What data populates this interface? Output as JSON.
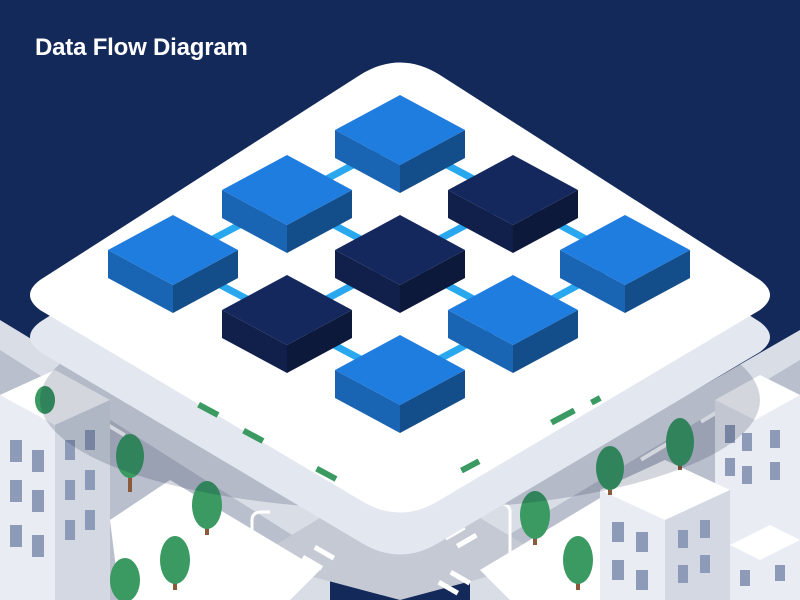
{
  "page": {
    "title": "Data Flow Diagram"
  },
  "colors": {
    "background": "#13295a",
    "platform": "#ffffff",
    "node_light": "#1f7de0",
    "node_dark": "#15285e",
    "connector": "#29a8f0",
    "tree": "#3a9a62",
    "ground": "#d9dde6"
  },
  "diagram": {
    "nodes": [
      {
        "id": "node-top",
        "shade": "light"
      },
      {
        "id": "node-upper-left",
        "shade": "light"
      },
      {
        "id": "node-upper-right",
        "shade": "dark"
      },
      {
        "id": "node-left",
        "shade": "light"
      },
      {
        "id": "node-center",
        "shade": "dark"
      },
      {
        "id": "node-right",
        "shade": "light"
      },
      {
        "id": "node-lower-left",
        "shade": "dark"
      },
      {
        "id": "node-lower-right",
        "shade": "light"
      },
      {
        "id": "node-bottom",
        "shade": "light"
      }
    ],
    "edges": [
      [
        "node-top",
        "node-upper-left"
      ],
      [
        "node-top",
        "node-upper-right"
      ],
      [
        "node-upper-left",
        "node-left"
      ],
      [
        "node-upper-left",
        "node-center"
      ],
      [
        "node-upper-right",
        "node-center"
      ],
      [
        "node-upper-right",
        "node-right"
      ],
      [
        "node-left",
        "node-lower-left"
      ],
      [
        "node-center",
        "node-lower-left"
      ],
      [
        "node-center",
        "node-lower-right"
      ],
      [
        "node-right",
        "node-lower-right"
      ],
      [
        "node-lower-left",
        "node-bottom"
      ],
      [
        "node-lower-right",
        "node-bottom"
      ]
    ]
  }
}
